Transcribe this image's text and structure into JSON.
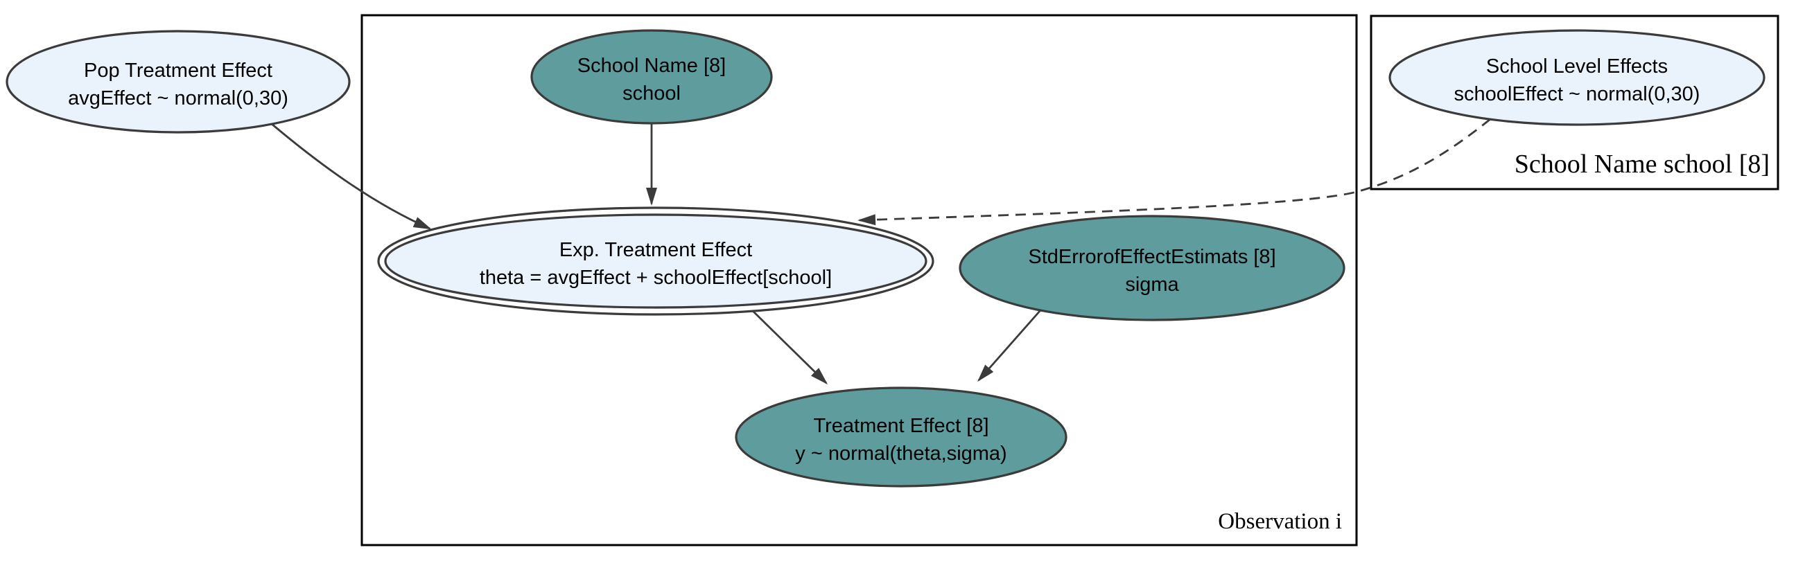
{
  "diagram": {
    "plates": {
      "observation": {
        "label": "Observation i"
      },
      "school": {
        "label": "School Name school [8]"
      }
    },
    "nodes": {
      "pop_treatment_effect": {
        "title": "Pop Treatment Effect",
        "formula": "avgEffect ~ normal(0,30)",
        "shape": "ellipse"
      },
      "school_name": {
        "title": "School Name [8]",
        "formula": "school",
        "shape": "ellipse"
      },
      "school_level_effects": {
        "title": "School Level Effects",
        "formula": "schoolEffect ~ normal(0,30)",
        "shape": "ellipse"
      },
      "exp_treatment_effect": {
        "title": "Exp. Treatment Effect",
        "formula": "theta = avgEffect + schoolEffect[school]",
        "shape": "double-ellipse"
      },
      "std_error_of_effect_estimates": {
        "title": "StdErrorofEffectEstimats [8]",
        "formula": "sigma",
        "shape": "ellipse"
      },
      "treatment_effect": {
        "title": "Treatment Effect [8]",
        "formula": "y ~ normal(theta,sigma)",
        "shape": "ellipse"
      }
    },
    "edges": [
      {
        "from": "pop_treatment_effect",
        "to": "exp_treatment_effect",
        "style": "solid"
      },
      {
        "from": "school_name",
        "to": "exp_treatment_effect",
        "style": "solid"
      },
      {
        "from": "school_level_effects",
        "to": "exp_treatment_effect",
        "style": "dashed"
      },
      {
        "from": "exp_treatment_effect",
        "to": "treatment_effect",
        "style": "solid"
      },
      {
        "from": "std_error_of_effect_estimates",
        "to": "treatment_effect",
        "style": "solid"
      }
    ],
    "colors": {
      "stochastic_node_fill": "#eaf3fc",
      "observed_node_fill": "#5f9c9e",
      "double_node_outer_fill": "#ffffff",
      "node_stroke": "#3b3b3b",
      "edge_stroke": "#3b3b3b",
      "plate_stroke": "#000000",
      "text": "#000000"
    }
  }
}
